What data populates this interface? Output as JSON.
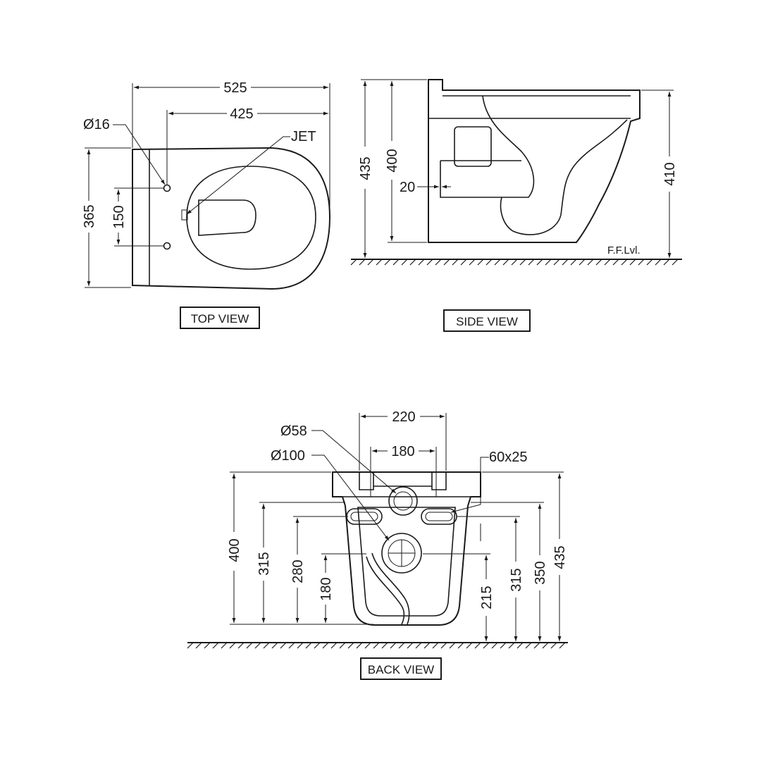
{
  "views": {
    "top": "TOP VIEW",
    "side": "SIDE VIEW",
    "back": "BACK VIEW"
  },
  "top_view_dims": {
    "overall_length": "525",
    "fixing_to_front": "425",
    "fixing_hole_dia": "Ø16",
    "jet": "JET",
    "width": "365",
    "fixing_spacing": "150"
  },
  "side_view_dims": {
    "overall_height": "435",
    "fixing_height": "400",
    "spigot_offset": "20",
    "rim_height": "410",
    "floor_level": "F.F.Lvl."
  },
  "back_view_dims": {
    "outer_width": "220",
    "inner_width": "180",
    "inlet_dia": "Ø58",
    "outlet_dia": "Ø100",
    "slot_size": "60x25",
    "left_400": "400",
    "left_315": "315",
    "left_280": "280",
    "left_180": "180",
    "right_215": "215",
    "right_315": "315",
    "right_350": "350",
    "right_435": "435"
  }
}
